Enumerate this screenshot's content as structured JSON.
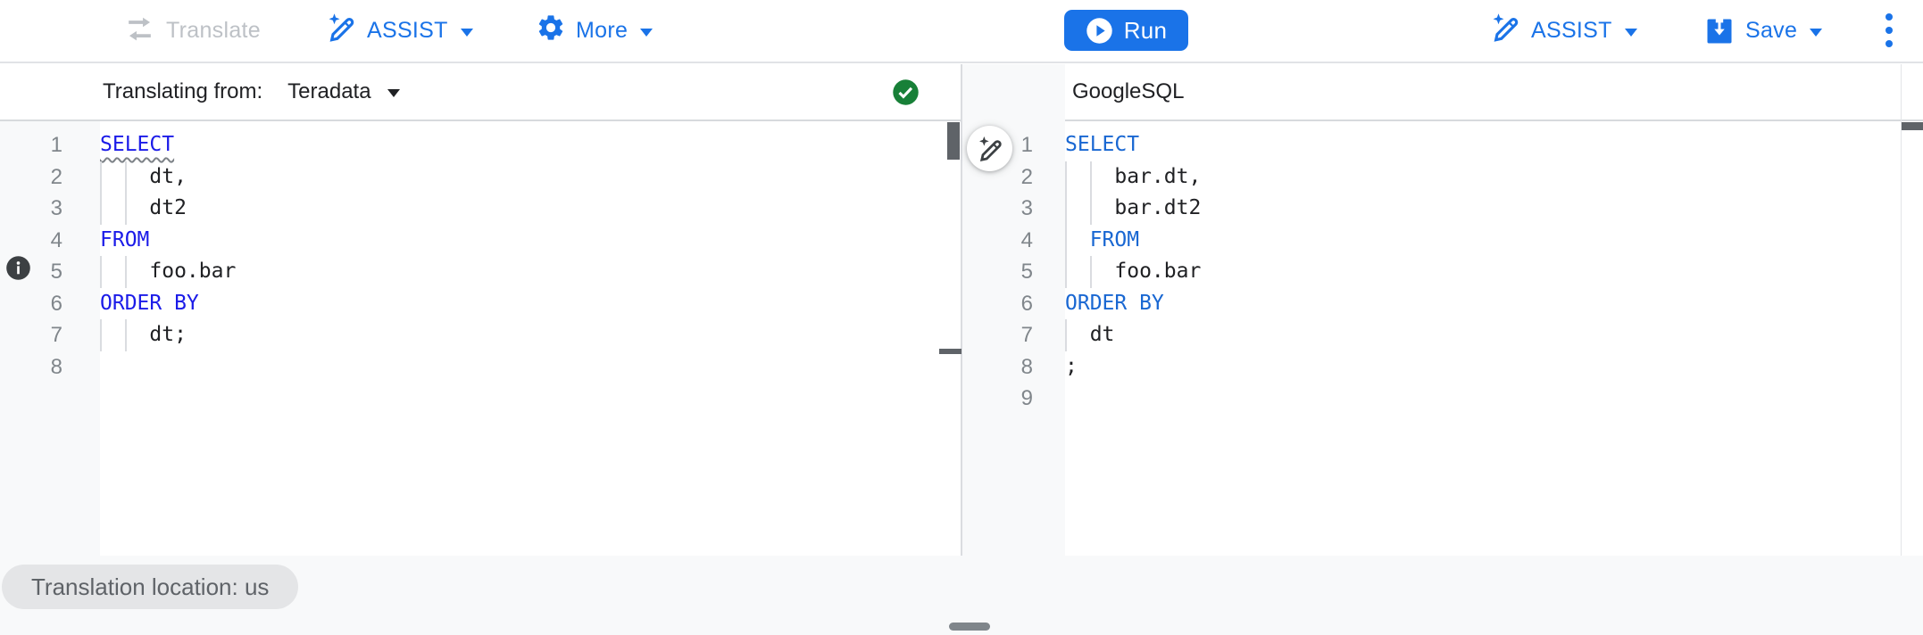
{
  "toolbar": {
    "translate_label": "Translate",
    "assist_left_label": "ASSIST",
    "more_label": "More",
    "run_label": "Run",
    "assist_right_label": "ASSIST",
    "save_label": "Save"
  },
  "left_panel": {
    "header_label": "Translating from:",
    "dialect_value": "Teradata",
    "status_icon": "success-check",
    "editor": {
      "lines": [
        {
          "num": "1",
          "guides": [],
          "segments": [
            {
              "text": "SELECT",
              "type": "keyword",
              "squiggle": true
            }
          ]
        },
        {
          "num": "2",
          "guides": [
            0,
            2
          ],
          "segments": [
            {
              "text": "    dt,",
              "type": "plain"
            }
          ]
        },
        {
          "num": "3",
          "guides": [
            0,
            2
          ],
          "segments": [
            {
              "text": "    dt2",
              "type": "plain"
            }
          ]
        },
        {
          "num": "4",
          "guides": [],
          "segments": [
            {
              "text": "FROM",
              "type": "keyword"
            }
          ]
        },
        {
          "num": "5",
          "guides": [
            0,
            2
          ],
          "segments": [
            {
              "text": "    foo.bar",
              "type": "plain"
            }
          ]
        },
        {
          "num": "6",
          "guides": [],
          "segments": [
            {
              "text": "ORDER BY",
              "type": "keyword"
            }
          ]
        },
        {
          "num": "7",
          "guides": [
            0,
            2
          ],
          "segments": [
            {
              "text": "    dt;",
              "type": "plain"
            }
          ]
        },
        {
          "num": "8",
          "guides": [],
          "segments": []
        }
      ]
    }
  },
  "right_panel": {
    "header_title": "GoogleSQL",
    "editor": {
      "lines": [
        {
          "num": "1",
          "guides": [],
          "segments": [
            {
              "text": "SELECT",
              "type": "keyword"
            }
          ]
        },
        {
          "num": "2",
          "guides": [
            0,
            2
          ],
          "segments": [
            {
              "text": "    bar.dt,",
              "type": "plain"
            }
          ]
        },
        {
          "num": "3",
          "guides": [
            0,
            2
          ],
          "segments": [
            {
              "text": "    bar.dt2",
              "type": "plain"
            }
          ]
        },
        {
          "num": "4",
          "guides": [
            0
          ],
          "segments": [
            {
              "text": "  ",
              "type": "plain"
            },
            {
              "text": "FROM",
              "type": "keyword"
            }
          ]
        },
        {
          "num": "5",
          "guides": [
            0,
            2
          ],
          "segments": [
            {
              "text": "    foo.bar",
              "type": "plain"
            }
          ]
        },
        {
          "num": "6",
          "guides": [],
          "segments": [
            {
              "text": "ORDER BY",
              "type": "keyword"
            }
          ]
        },
        {
          "num": "7",
          "guides": [
            0
          ],
          "segments": [
            {
              "text": "  dt",
              "type": "plain"
            }
          ]
        },
        {
          "num": "8",
          "guides": [],
          "segments": [
            {
              "text": ";",
              "type": "plain"
            }
          ]
        },
        {
          "num": "9",
          "guides": [],
          "segments": []
        }
      ]
    }
  },
  "footer": {
    "location_chip_label": "Translation location: us"
  },
  "colors": {
    "accent_blue": "#1a73e8",
    "disabled_gray": "#bdc1c6",
    "success_green": "#188038",
    "keyword_left": "#1b1be8",
    "keyword_right": "#1967d2",
    "code_text": "#202124",
    "line_number": "#80868b",
    "gutter_bg": "#f8f9fa",
    "chip_bg": "#e4e5e7",
    "scrollbar_thumb": "#5f6368"
  }
}
